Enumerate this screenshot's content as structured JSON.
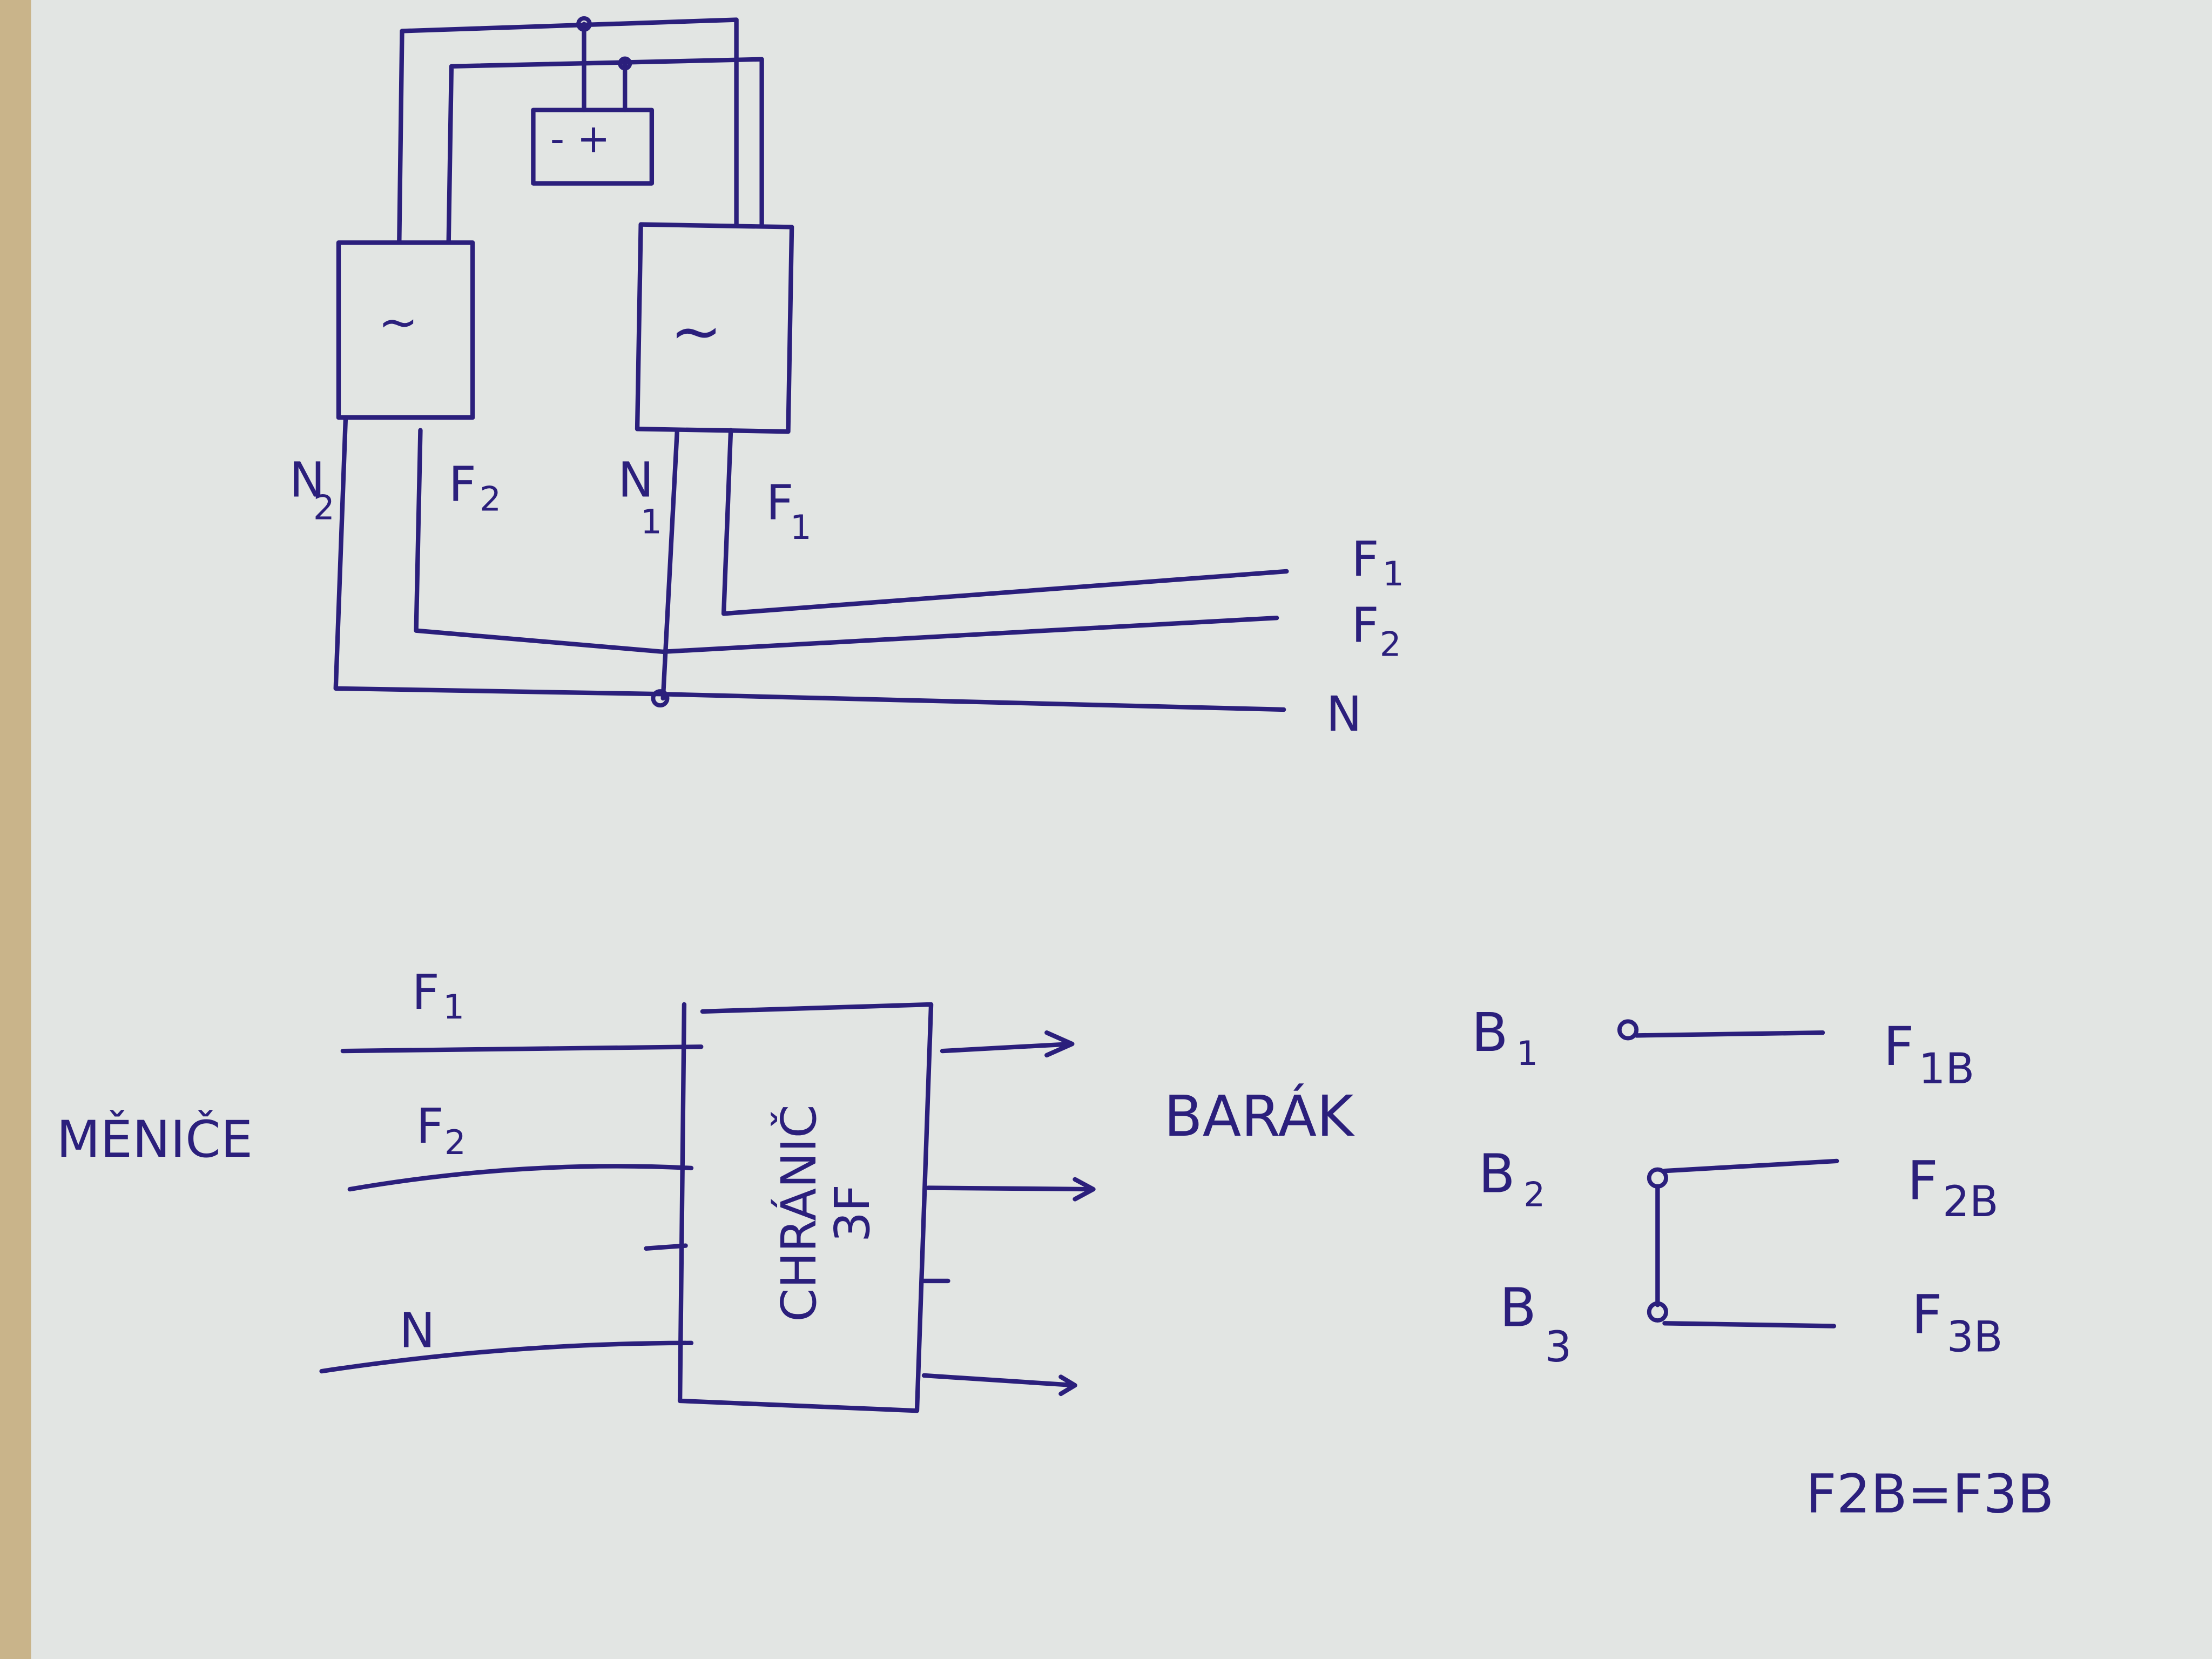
{
  "colors": {
    "ink": "#2b1f7c",
    "paper": "#e2e5e3",
    "desk": "#c9b48a"
  },
  "top_diagram": {
    "inverter_1_symbol": "~",
    "inverter_2_symbol": "~",
    "battery_label": "- +",
    "labels": {
      "n2": "N",
      "n2_sub": "2",
      "f2": "F",
      "f2_sub": "2",
      "n1": "N",
      "n1_sub": "1",
      "f1": "F",
      "f1_sub": "1"
    },
    "outputs": {
      "f1": "F",
      "f1_sub": "1",
      "f2": "F",
      "f2_sub": "2",
      "n": "N"
    }
  },
  "bottom_diagram": {
    "source_label": "MĚNIČE",
    "inputs": {
      "f1": "F",
      "f1_sub": "1",
      "f2": "F",
      "f2_sub": "2",
      "n": "N"
    },
    "breaker_label": "CHRÁNIČ",
    "breaker_sub": "3F",
    "house_label": "BARÁK",
    "bus": [
      {
        "b": "B",
        "b_sub": "1",
        "f": "F",
        "f_sub": "1B"
      },
      {
        "b": "B",
        "b_sub": "2",
        "f": "F",
        "f_sub": "2B"
      },
      {
        "b": "B",
        "b_sub": "3",
        "f": "F",
        "f_sub": "3B"
      }
    ],
    "equation": "F2B=F3B"
  }
}
